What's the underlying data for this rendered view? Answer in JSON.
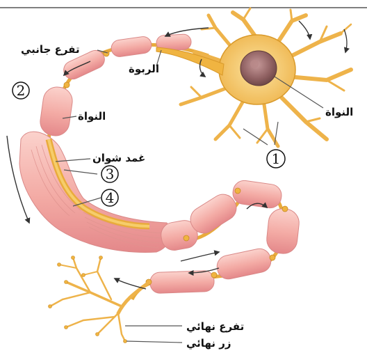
{
  "labels": {
    "collateral_branch": "تفرع جانبي",
    "axon_hillock": "الربوة",
    "nucleus_soma": "النواة",
    "nucleus_schwann": "النواة",
    "schwann_sheath": "غمد شوان",
    "terminal_branch": "تفرع نهائي",
    "terminal_button": "زر نهائي"
  },
  "numbers": {
    "n1": "1",
    "n2": "2",
    "n3": "3",
    "n4": "4"
  },
  "colors": {
    "neuron": "#f3c15a",
    "neuron_dark": "#d99a2b",
    "myelin": "#f5b7b0",
    "myelin_dark": "#e58d8a",
    "nucleus": "#9a6a6a"
  }
}
